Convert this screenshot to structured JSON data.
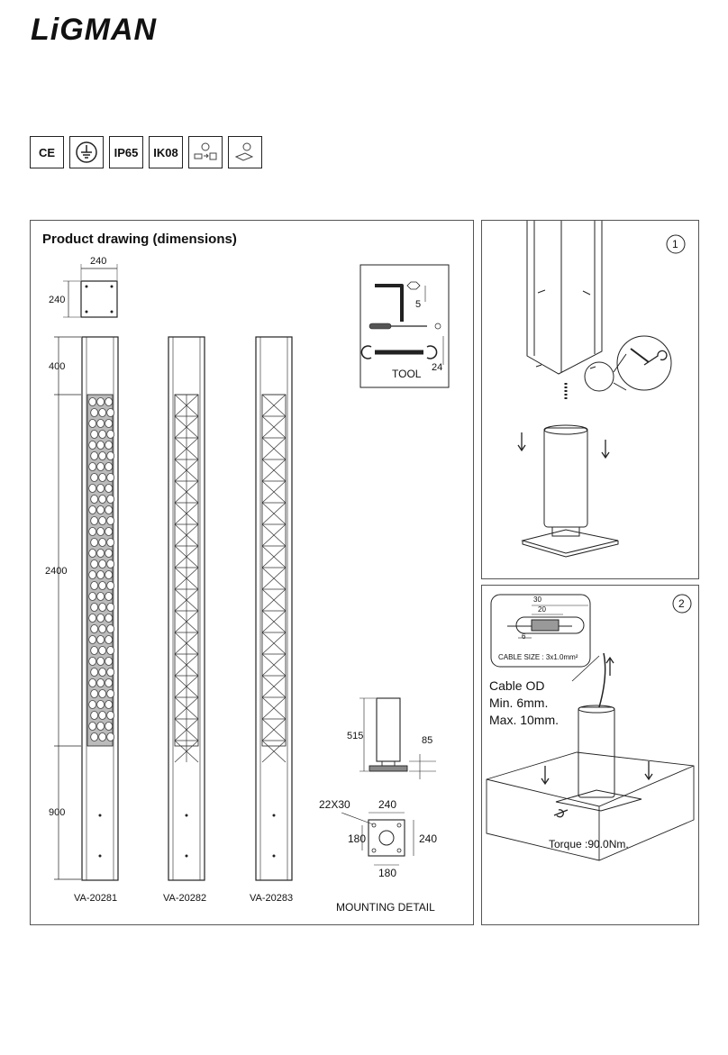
{
  "brand": {
    "logo_text": "LiGMAN"
  },
  "certifications": [
    {
      "icon": "ce-mark-icon",
      "label": "CE"
    },
    {
      "icon": "earth-ground-icon",
      "label": ""
    },
    {
      "icon": "ip-rating",
      "label": "IP65"
    },
    {
      "icon": "ik-rating",
      "label": "IK08"
    },
    {
      "icon": "recycling-symbol-icon",
      "label": ""
    },
    {
      "icon": "battery-disposal-icon",
      "label": ""
    }
  ],
  "product_drawing": {
    "title": "Product drawing (dimensions)",
    "top_view": {
      "width": "240",
      "depth": "240"
    },
    "heights": {
      "top": "400",
      "middle": "2400",
      "bottom": "900"
    },
    "models": [
      "VA-20281",
      "VA-20282",
      "VA-20283"
    ],
    "tool": {
      "label": "TOOL",
      "hex_key": "5",
      "wrench": "24"
    },
    "anchor": {
      "height": "515",
      "flange": "85"
    },
    "mounting": {
      "label": "MOUNTING DETAIL",
      "bolt": "22X30",
      "plate_w": "240",
      "plate_h": "240",
      "hole_h": "180",
      "hole_w": "180"
    }
  },
  "step1": {
    "number": "1"
  },
  "step2": {
    "number": "2",
    "cable": {
      "d1": "30",
      "d2": "20",
      "d3": "6",
      "size": "CABLE SIZE : 3x1.0mm²"
    },
    "cable_od": {
      "title": "Cable OD",
      "min": "Min. 6mm.",
      "max": "Max. 10mm."
    },
    "torque": "Torque :90.0Nm."
  }
}
